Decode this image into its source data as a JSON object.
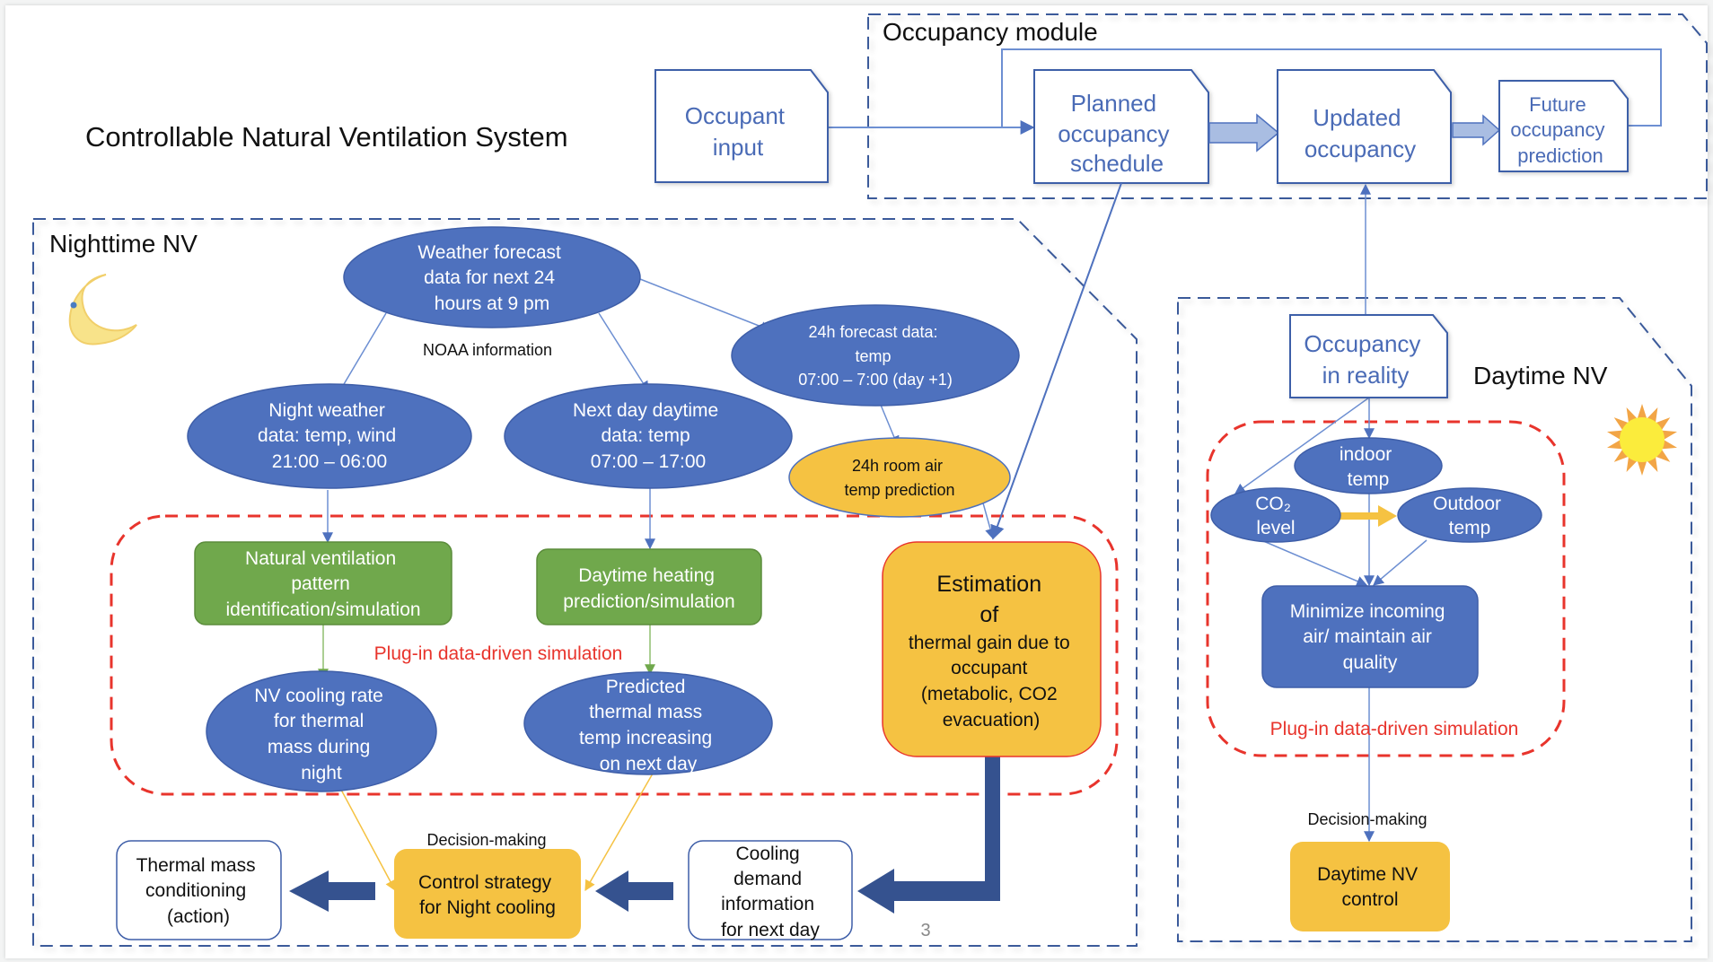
{
  "title": "Controllable Natural Ventilation System",
  "page_number": "3",
  "colors": {
    "blue_fill": "#4e71be",
    "blue_stroke": "#3e5ea8",
    "dark_blue_arrow": "#35528f",
    "light_blue_line": "#6d8fd2",
    "green_fill": "#70a84c",
    "green_stroke": "#5b8c3b",
    "yellow_fill": "#f5c242",
    "red_dashed": "#e8342c",
    "red_text": "#e8342c",
    "doc_text": "#4a6bb6",
    "section_dash": "#3b5a9a"
  },
  "occupancy_module": {
    "label": "Occupancy module",
    "occupant_input": [
      "Occupant",
      "input"
    ],
    "planned": [
      "Planned",
      "occupancy",
      "schedule"
    ],
    "updated": [
      "Updated",
      "occupancy"
    ],
    "future": [
      "Future",
      "occupancy",
      "prediction"
    ]
  },
  "nighttime": {
    "label": "Nighttime NV",
    "moon_icon": "crescent-moon",
    "weather_forecast": [
      "Weather forecast",
      "data for next 24",
      "hours at 9 pm"
    ],
    "noaa_label": "NOAA information",
    "night_weather": [
      "Night weather",
      "data: temp, wind",
      "21:00 – 06:00"
    ],
    "next_day": [
      "Next day daytime",
      "data: temp",
      "07:00 – 17:00"
    ],
    "forecast_24h": [
      "24h forecast data:",
      "temp",
      "07:00 – 7:00 (day +1)"
    ],
    "room_air": [
      "24h room air",
      "temp prediction"
    ],
    "nv_pattern": [
      "Natural ventilation",
      "pattern",
      "identification/simulation"
    ],
    "daytime_heating": [
      "Daytime heating",
      "prediction/simulation"
    ],
    "plugin_label": "Plug-in data-driven simulation",
    "estimation": [
      "Estimation",
      "of",
      "thermal gain due to",
      "occupant",
      "(metabolic, CO2",
      "evacuation)"
    ],
    "nv_cooling": [
      "NV cooling rate",
      "for thermal",
      "mass during",
      "night"
    ],
    "predicted_mass": [
      "Predicted",
      "thermal mass",
      "temp increasing",
      "on next day"
    ],
    "decision_label": "Decision-making",
    "thermal_mass_action": [
      "Thermal mass",
      "conditioning",
      "(action)"
    ],
    "control_strategy": [
      "Control strategy",
      "for Night cooling"
    ],
    "cooling_demand": [
      "Cooling",
      "demand",
      "information",
      "for next day"
    ]
  },
  "daytime": {
    "label": "Daytime NV",
    "sun_icon": "sun",
    "occupancy_reality": [
      "Occupancy",
      "in reality"
    ],
    "indoor_temp": [
      "indoor",
      "temp"
    ],
    "co2_level": [
      "CO₂",
      "level"
    ],
    "outdoor_temp": [
      "Outdoor",
      "temp"
    ],
    "minimize": [
      "Minimize incoming",
      "air/ maintain air",
      "quality"
    ],
    "plugin_label": "Plug-in data-driven simulation",
    "decision_label": "Decision-making",
    "control": [
      "Daytime NV",
      "control"
    ]
  }
}
